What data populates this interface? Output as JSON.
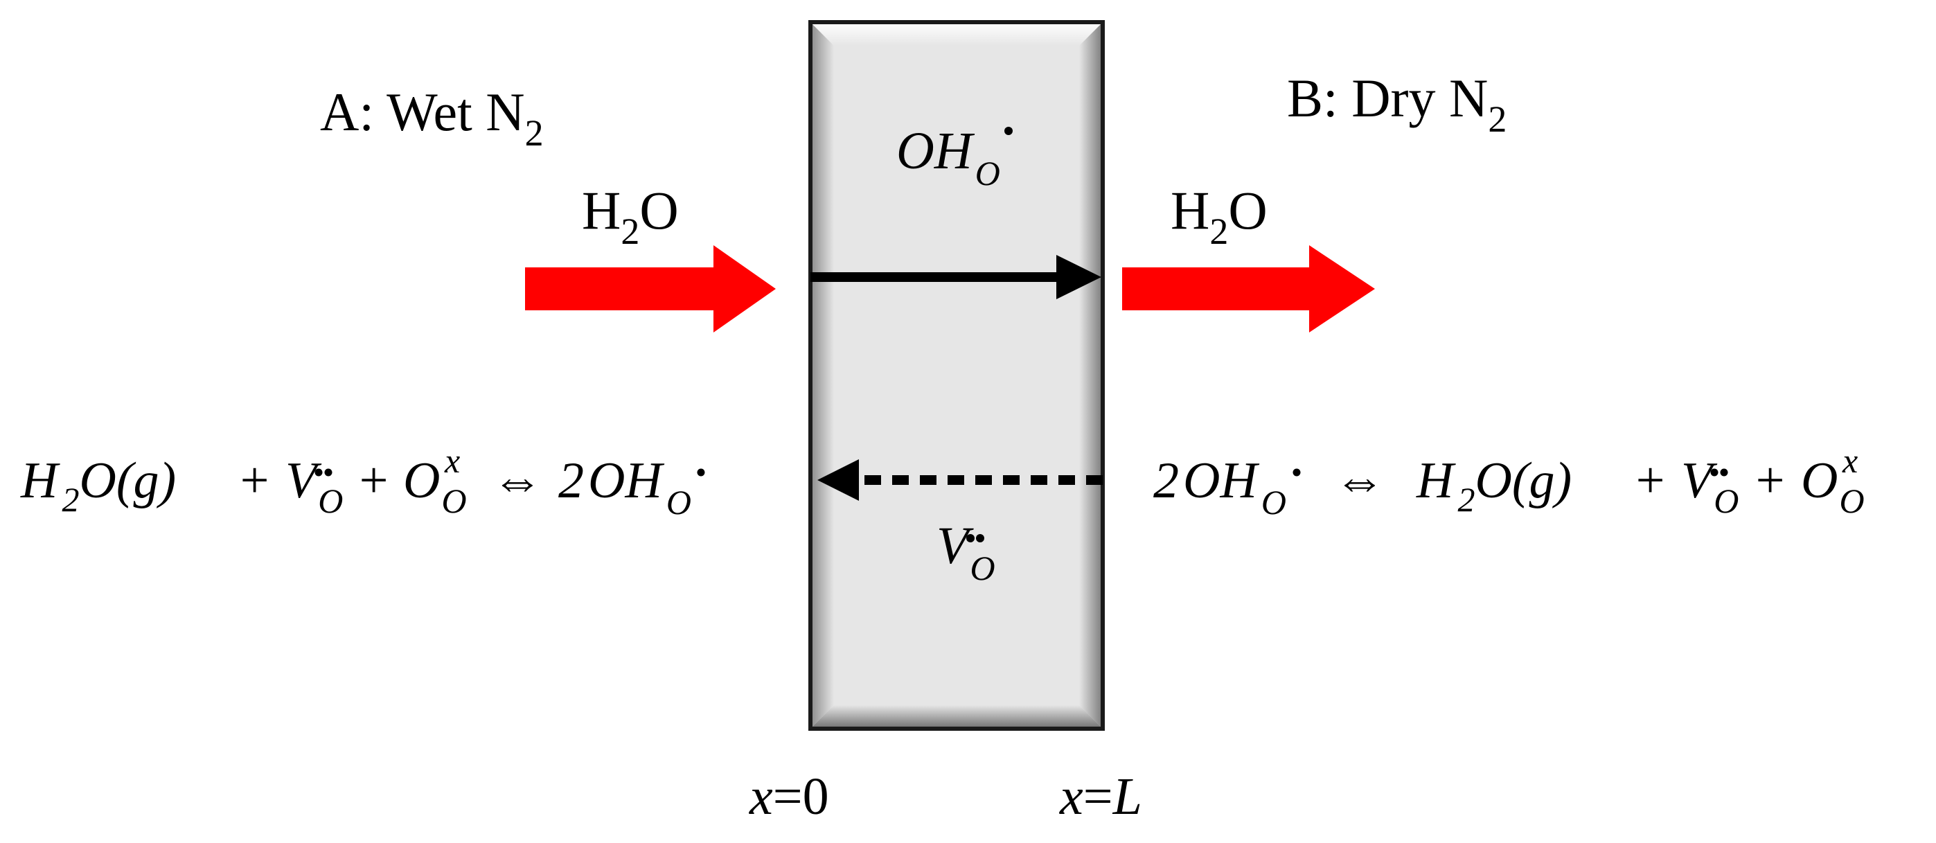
{
  "side_a": {
    "label": "A: Wet N",
    "label_sub": "2",
    "gas_main": "H",
    "gas_sub": "2",
    "gas_end": "O"
  },
  "side_b": {
    "label": "B: Dry N",
    "label_sub": "2",
    "gas_main": "H",
    "gas_sub": "2",
    "gas_end": "O"
  },
  "membrane": {
    "top_species": "OH",
    "top_species_sub": "O",
    "bottom_species": "V",
    "bottom_species_sub": "O"
  },
  "reactions": {
    "left": {
      "h": "H",
      "h_sub": "2",
      "o_g": "O(g)",
      "plus": "+",
      "v": "V",
      "v_sub": "O",
      "o": "O",
      "o_sub": "O",
      "o_sup": "x",
      "arrow": "⇔",
      "coef": "2",
      "oh": "OH",
      "oh_sub": "O"
    },
    "right": {
      "coef": "2",
      "oh": "OH",
      "oh_sub": "O",
      "arrow": "⇔",
      "h": "H",
      "h_sub": "2",
      "o_g": "O(g)",
      "plus": "+",
      "v": "V",
      "v_sub": "O",
      "o": "O",
      "o_sub": "O",
      "o_sup": "x"
    }
  },
  "positions": {
    "left": {
      "x": "x",
      "eq": "=0"
    },
    "right": {
      "x": "x",
      "eq": "=",
      "l": "L"
    }
  },
  "colors": {
    "gas_arrow": "#ff0000",
    "membrane_fill": "#e6e6e6",
    "membrane_border": "#1a1a1a",
    "transport_arrow": "#000000"
  }
}
